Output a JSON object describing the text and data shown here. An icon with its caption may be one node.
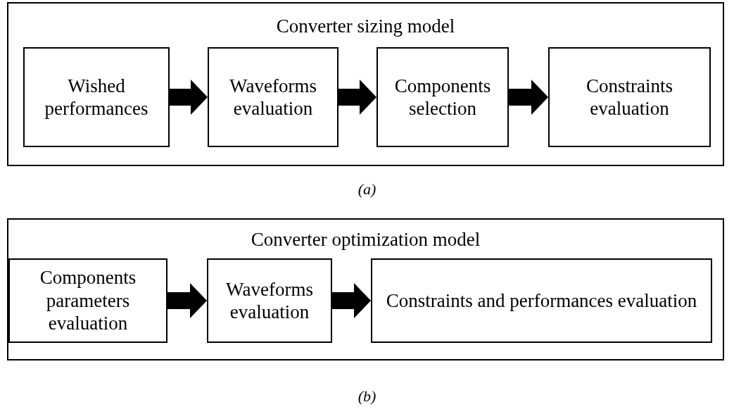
{
  "diagram": {
    "nodes": [
      {
        "text": [
          "Converter sizing model"
        ]
      },
      {
        "text": [
          "Wished performances"
        ],
        "in": 0
      },
      {
        "text": [
          "Waveforms evaluation"
        ],
        "in": 0
      },
      {
        "text": [
          "Components selection"
        ],
        "in": 0
      },
      {
        "text": [
          "Constraints evaluation"
        ],
        "in": 0
      },
      {
        "text": [
          "Converter optimization model"
        ]
      },
      {
        "text": [
          "Components parameters evaluation"
        ],
        "in": 5
      },
      {
        "text": [
          "Waveforms evaluation"
        ],
        "in": 5
      },
      {
        "text": [
          "Constraints and performances evaluation"
        ],
        "in": 5
      }
    ],
    "edges": [
      {
        "from": 1,
        "to": 2,
        "arrow": "to"
      },
      {
        "from": 2,
        "to": 3,
        "arrow": "to"
      },
      {
        "from": 3,
        "to": 4,
        "arrow": "to"
      },
      {
        "from": 6,
        "to": 7,
        "arrow": "to"
      },
      {
        "from": 7,
        "to": 8,
        "arrow": "to"
      }
    ],
    "labels": [
      "(a)",
      "(b)"
    ]
  }
}
